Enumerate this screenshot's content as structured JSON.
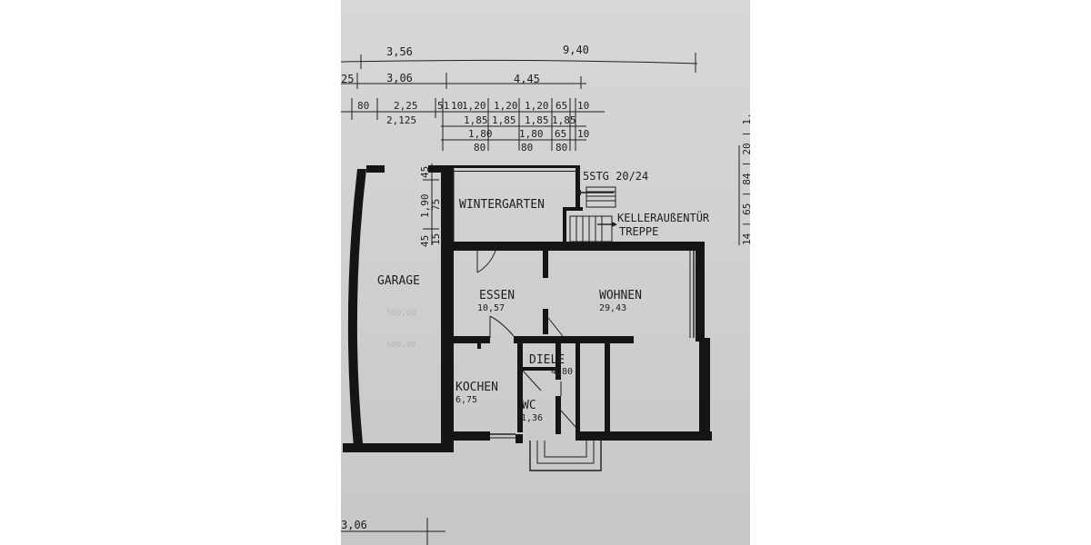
{
  "dimensions": {
    "row1": [
      "3,56",
      "9,40"
    ],
    "row2": [
      "25",
      "3,06",
      "4,45"
    ],
    "row3": [
      "80",
      "2,25",
      "51",
      "10",
      "1,20",
      "1,20",
      "1,20",
      "65",
      "10"
    ],
    "row4": [
      "2,125",
      "1,85",
      "1,85",
      "1,85",
      "1,85"
    ],
    "row5": [
      "1,80",
      "1,80",
      "65",
      "10"
    ],
    "row6": [
      "80",
      "80",
      "80"
    ],
    "vertical_left": [
      "45",
      "1,90",
      "75",
      "45",
      "15"
    ],
    "vertical_right": "14 | 65 | 84 | 20 | 1,",
    "bottom": "3,06"
  },
  "rooms": {
    "wintergarten": {
      "name": "WINTERGARTEN"
    },
    "garage": {
      "name": "GARAGE"
    },
    "essen": {
      "name": "ESSEN",
      "area": "10,57"
    },
    "wohnen": {
      "name": "WOHNEN",
      "area": "29,43"
    },
    "diele": {
      "name": "DIELE",
      "area": "4,80"
    },
    "kochen": {
      "name": "KOCHEN",
      "area": "6,75"
    },
    "wc": {
      "name": "WC",
      "area": "1,36"
    }
  },
  "stair_notes": {
    "steps": "5STG 20/24",
    "door_line1": "KELLERAUßENTÜR",
    "door_line2": "TREPPE"
  },
  "faint_marks": [
    "500,00",
    "500,00"
  ]
}
